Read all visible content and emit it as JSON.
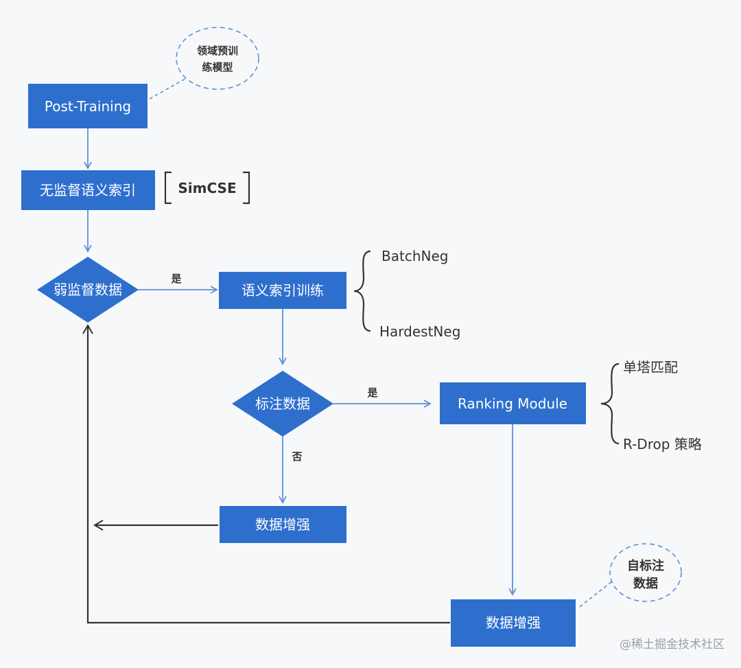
{
  "colors": {
    "box": "#2e6fce",
    "arrow_blue": "#5b8fd6",
    "arrow_dark": "#333333",
    "bubble": "#5b8fd6"
  },
  "nodes": {
    "post_training": "Post-Training",
    "unsupervised_index": "无监督语义索引",
    "weak_supervision": "弱监督数据",
    "semantic_index_training": "语义索引训练",
    "labeled_data": "标注数据",
    "ranking_module": "Ranking Module",
    "data_augment_left": "数据增强",
    "data_augment_bottom": "数据增强"
  },
  "bubbles": {
    "domain_pretrain_line1": "领域预训",
    "domain_pretrain_line2": "练模型",
    "self_label_line1": "自标注",
    "self_label_line2": "数据"
  },
  "annotations": {
    "simcse": "SimCSE",
    "batchneg": "BatchNeg",
    "hardestneg": "HardestNeg",
    "single_tower": "单塔匹配",
    "rdrop": "R-Drop 策略"
  },
  "edge_labels": {
    "yes_1": "是",
    "yes_2": "是",
    "no": "否"
  },
  "watermark": "@稀土掘金技术社区"
}
